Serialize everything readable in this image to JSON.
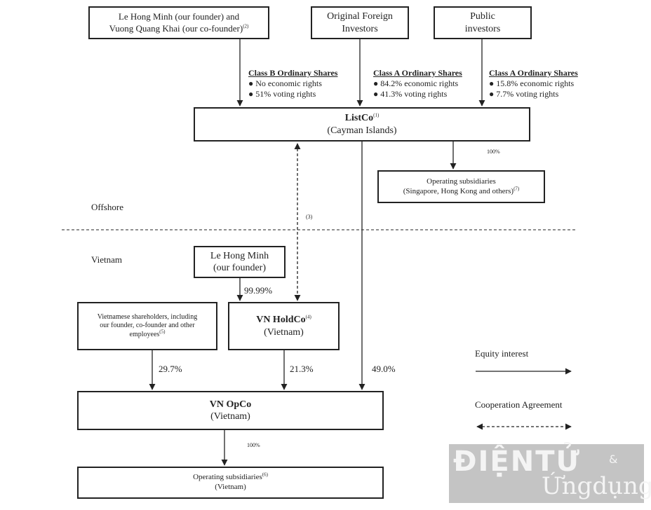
{
  "founders_box": {
    "line1": "Le Hong Minh (our founder) and",
    "line2": "Vuong Quang Khai (our co-founder)",
    "note": "(2)"
  },
  "foreign_box": {
    "line1": "Original Foreign",
    "line2": "Investors"
  },
  "public_box": {
    "line1": "Public",
    "line2": "investors"
  },
  "class_b": {
    "heading": "Class B Ordinary Shares",
    "item1": "No economic rights",
    "item2": "51% voting rights"
  },
  "class_a_foreign": {
    "heading": "Class A Ordinary Shares",
    "item1": "84.2% economic rights",
    "item2": "41.3% voting rights"
  },
  "class_a_public": {
    "heading": "Class A Ordinary Shares",
    "item1": "15.8% economic rights",
    "item2": "7.7% voting rights"
  },
  "listco": {
    "name": "ListCo",
    "note": "(1)",
    "location": "(Cayman Islands)"
  },
  "offshore_subs": {
    "line1": "Operating subsidiaries",
    "line2": "(Singapore, Hong Kong and others)",
    "note": "(7)",
    "pct": "100%"
  },
  "regions": {
    "offshore": "Offshore",
    "vietnam": "Vietnam"
  },
  "cooperation_note": "(3)",
  "founder_box": {
    "line1": "Le Hong Minh",
    "line2": "(our founder)",
    "pct": "99.99%"
  },
  "vn_shareholders": {
    "line1": "Vietnamese shareholders, including",
    "line2": "our founder, co-founder and other",
    "line3": "employees",
    "note": "(5)",
    "pct": "29.7%"
  },
  "holdco": {
    "name": "VN HoldCo",
    "note": "(4)",
    "location": "(Vietnam)",
    "pct": "21.3%"
  },
  "listco_to_opco_pct": "49.0%",
  "opco": {
    "name": "VN OpCo",
    "location": "(Vietnam)",
    "sub_pct": "100%"
  },
  "vn_subs": {
    "line1": "Operating subsidiaries",
    "note": "(6)",
    "line2": "(Vietnam)"
  },
  "legend": {
    "equity": "Equity interest",
    "cooperation": "Cooperation Agreement"
  },
  "watermark": {
    "line1": "ĐIỆNTỬ",
    "line2": "Ứngdụng",
    "amp": "&"
  }
}
